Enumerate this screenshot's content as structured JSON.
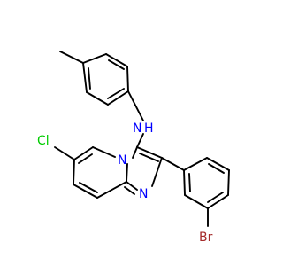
{
  "molecule": {
    "atoms": {
      "n_amine": {
        "label": "N"
      },
      "h_amine": {
        "label": "H"
      },
      "cl": {
        "label": "Cl"
      },
      "n_ring": {
        "label": "N"
      },
      "n_imine": {
        "label": "N"
      },
      "br": {
        "label": "Br"
      }
    },
    "colors": {
      "nitrogen": "#0000ff",
      "chlorine": "#00cc00",
      "bromine": "#a52a2a",
      "bond": "#000000"
    }
  }
}
